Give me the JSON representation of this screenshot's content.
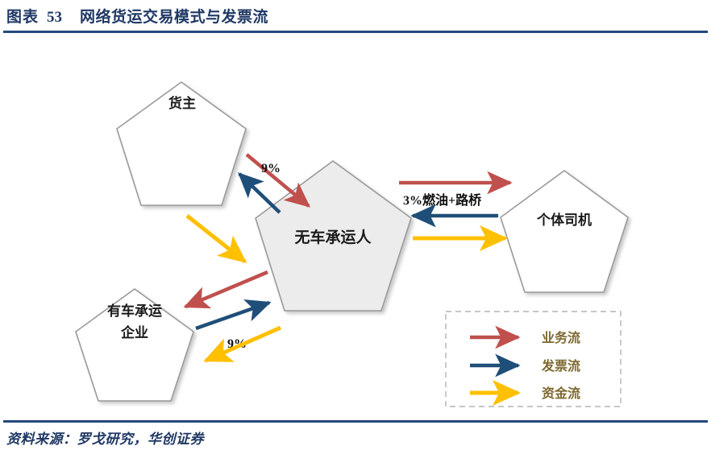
{
  "header": {
    "exhibit_label": "图表",
    "exhibit_number": "53",
    "title": "网络货运交易模式与发票流"
  },
  "footer": {
    "source": "资料来源：罗戈研究，华创证券"
  },
  "colors": {
    "business_flow": "#C0504D",
    "invoice_flow": "#1F4E79",
    "capital_flow": "#FFC000",
    "node_outline": "#9a9a9a",
    "node_fill": "#ffffff",
    "center_node_fill": "#ececec",
    "header_blue": "#1f3864",
    "rule_blue": "#23487e",
    "legend_text": "#7d6830"
  },
  "diagram": {
    "nodes": [
      {
        "id": "shipper",
        "label": "货主",
        "label_line2": ""
      },
      {
        "id": "carrier",
        "label": "无车承运人",
        "label_line2": ""
      },
      {
        "id": "fleet",
        "label": "有车承运",
        "label_line2": "企业"
      },
      {
        "id": "driver",
        "label": "个体司机",
        "label_line2": ""
      }
    ],
    "edge_labels": [
      {
        "id": "shipper-invoice-rate",
        "text": "9%"
      },
      {
        "id": "fleet-invoice-rate",
        "text": "9%"
      },
      {
        "id": "driver-cost-note",
        "text": "3%燃油+路桥"
      }
    ],
    "edges": [
      {
        "from": "shipper",
        "to": "carrier",
        "flow": "business_flow",
        "label": ""
      },
      {
        "from": "carrier",
        "to": "shipper",
        "flow": "invoice_flow",
        "label": "9%"
      },
      {
        "from": "shipper",
        "to": "fleet",
        "flow": "capital_flow",
        "label": ""
      },
      {
        "from": "carrier",
        "to": "fleet",
        "flow": "business_flow",
        "label": ""
      },
      {
        "from": "fleet",
        "to": "carrier",
        "flow": "invoice_flow",
        "label": "9%"
      },
      {
        "from": "carrier",
        "to": "fleet",
        "flow": "capital_flow",
        "label": ""
      },
      {
        "from": "carrier",
        "to": "driver",
        "flow": "business_flow",
        "label": ""
      },
      {
        "from": "driver",
        "to": "carrier",
        "flow": "invoice_flow",
        "label": "3%燃油+路桥"
      },
      {
        "from": "carrier",
        "to": "driver",
        "flow": "capital_flow",
        "label": ""
      }
    ]
  },
  "legend": {
    "items": [
      {
        "id": "business-flow",
        "label": "业务流",
        "color": "#C0504D"
      },
      {
        "id": "invoice-flow",
        "label": "发票流",
        "color": "#1F4E79"
      },
      {
        "id": "capital-flow",
        "label": "资金流",
        "color": "#FFC000"
      }
    ]
  }
}
